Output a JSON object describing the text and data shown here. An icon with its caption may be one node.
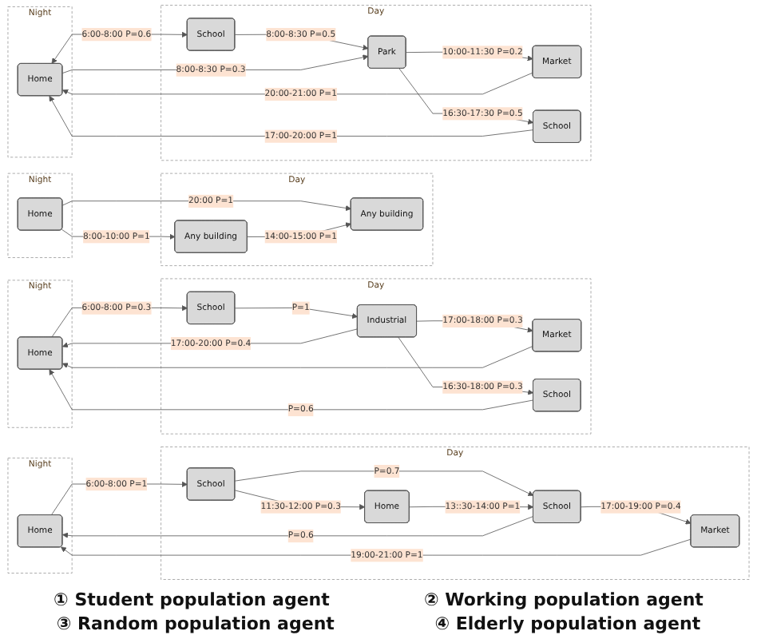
{
  "diagram": {
    "nodes": [
      {
        "text": [
          "Night"
        ]
      },
      {
        "text": [
          "Day"
        ]
      },
      {
        "text": [
          "Home"
        ],
        "in": 0
      },
      {
        "text": [
          "School"
        ],
        "in": 1
      },
      {
        "text": [
          "Market"
        ],
        "in": 1
      },
      {
        "text": [
          "School"
        ],
        "in": 1
      },
      {
        "text": [
          "Home"
        ],
        "in": 1
      },
      {
        "text": [
          "Night"
        ]
      },
      {
        "text": [
          "Day"
        ]
      },
      {
        "text": [
          "Home"
        ],
        "in": 7
      },
      {
        "text": [
          "School"
        ],
        "in": 8
      },
      {
        "text": [
          "Market"
        ],
        "in": 8
      },
      {
        "text": [
          "School"
        ],
        "in": 8
      },
      {
        "text": [
          "Industrial"
        ],
        "in": 8
      },
      {
        "text": [
          "Night"
        ]
      },
      {
        "text": [
          "Day"
        ]
      },
      {
        "text": [
          "Home"
        ],
        "in": 14
      },
      {
        "text": [
          "Any building"
        ],
        "in": 15
      },
      {
        "text": [
          "Any building"
        ],
        "in": 15
      },
      {
        "text": [
          "Night"
        ]
      },
      {
        "text": [
          "Day"
        ]
      },
      {
        "text": [
          "Home"
        ],
        "in": 19
      },
      {
        "text": [
          "School"
        ],
        "in": 20
      },
      {
        "text": [
          "Market"
        ],
        "in": 20
      },
      {
        "text": [
          "School"
        ],
        "in": 20
      },
      {
        "text": [
          "Park"
        ],
        "in": 20
      }
    ],
    "edges": [
      {
        "from": 2,
        "to": 3,
        "arrow": "to",
        "label": "6:00-8:00 P=1"
      },
      {
        "from": 3,
        "to": 6,
        "arrow": "to",
        "label": "11:30-12:00 P=0.3"
      },
      {
        "from": 3,
        "to": 5,
        "arrow": "to",
        "label": "P=0.7"
      },
      {
        "from": 6,
        "to": 5,
        "arrow": "to",
        "label": "13::30-14:00 P=1"
      },
      {
        "from": 5,
        "to": 4,
        "arrow": "to",
        "label": "17:00-19:00 P=0.4"
      },
      {
        "from": 5,
        "to": 2,
        "arrow": "to",
        "label": "P=0.6"
      },
      {
        "from": 4,
        "to": 2,
        "arrow": "to",
        "label": "19:00-21:00 P=1"
      },
      {
        "from": 9,
        "to": 10,
        "arrow": "to",
        "label": "6:00-8:00 P=0.3"
      },
      {
        "from": 10,
        "to": 13,
        "arrow": "to",
        "label": "P=1"
      },
      {
        "from": 13,
        "to": 11,
        "arrow": "to",
        "label": "17:00-18:00 P=0.3"
      },
      {
        "from": 13,
        "to": 9,
        "arrow": "to",
        "label": "17:00-20:00 P=0.4"
      },
      {
        "from": 11,
        "to": 9,
        "arrow": "to"
      },
      {
        "from": 13,
        "to": 12,
        "arrow": "to",
        "label": "16:30-18:00 P=0.3"
      },
      {
        "from": 12,
        "to": 9,
        "arrow": "to",
        "label": "P=0.6"
      },
      {
        "from": 16,
        "to": 17,
        "arrow": "to",
        "label": "8:00-10:00 P=1"
      },
      {
        "from": 16,
        "to": 18,
        "arrow": "to",
        "label": "20:00 P=1"
      },
      {
        "from": 17,
        "to": 18,
        "arrow": "to",
        "label": "14:00-15:00 P=1"
      },
      {
        "from": 21,
        "to": 22,
        "arrow": "both",
        "label": "6:00-8:00 P=0.6"
      },
      {
        "from": 23,
        "to": 21,
        "arrow": "to",
        "label": "20:00-21:00 P=1"
      },
      {
        "from": 22,
        "to": 25,
        "arrow": "to",
        "label": "8:00-8:30 P=0.5"
      },
      {
        "from": 21,
        "to": 25,
        "arrow": "to",
        "label": "8:00-8:30 P=0.3"
      },
      {
        "from": 25,
        "to": 23,
        "arrow": "to",
        "label": "10:00-11:30 P=0.2"
      },
      {
        "from": 25,
        "to": 24,
        "arrow": "to",
        "label": "16:30-17:30 P=0.5"
      },
      {
        "from": 24,
        "to": 21,
        "arrow": "to",
        "label": "17:00-20:00 P=1"
      }
    ],
    "labels": [
      "① Student population agent",
      "② Working population agent",
      "③ Random population agent",
      "④ Elderly population agent"
    ]
  }
}
